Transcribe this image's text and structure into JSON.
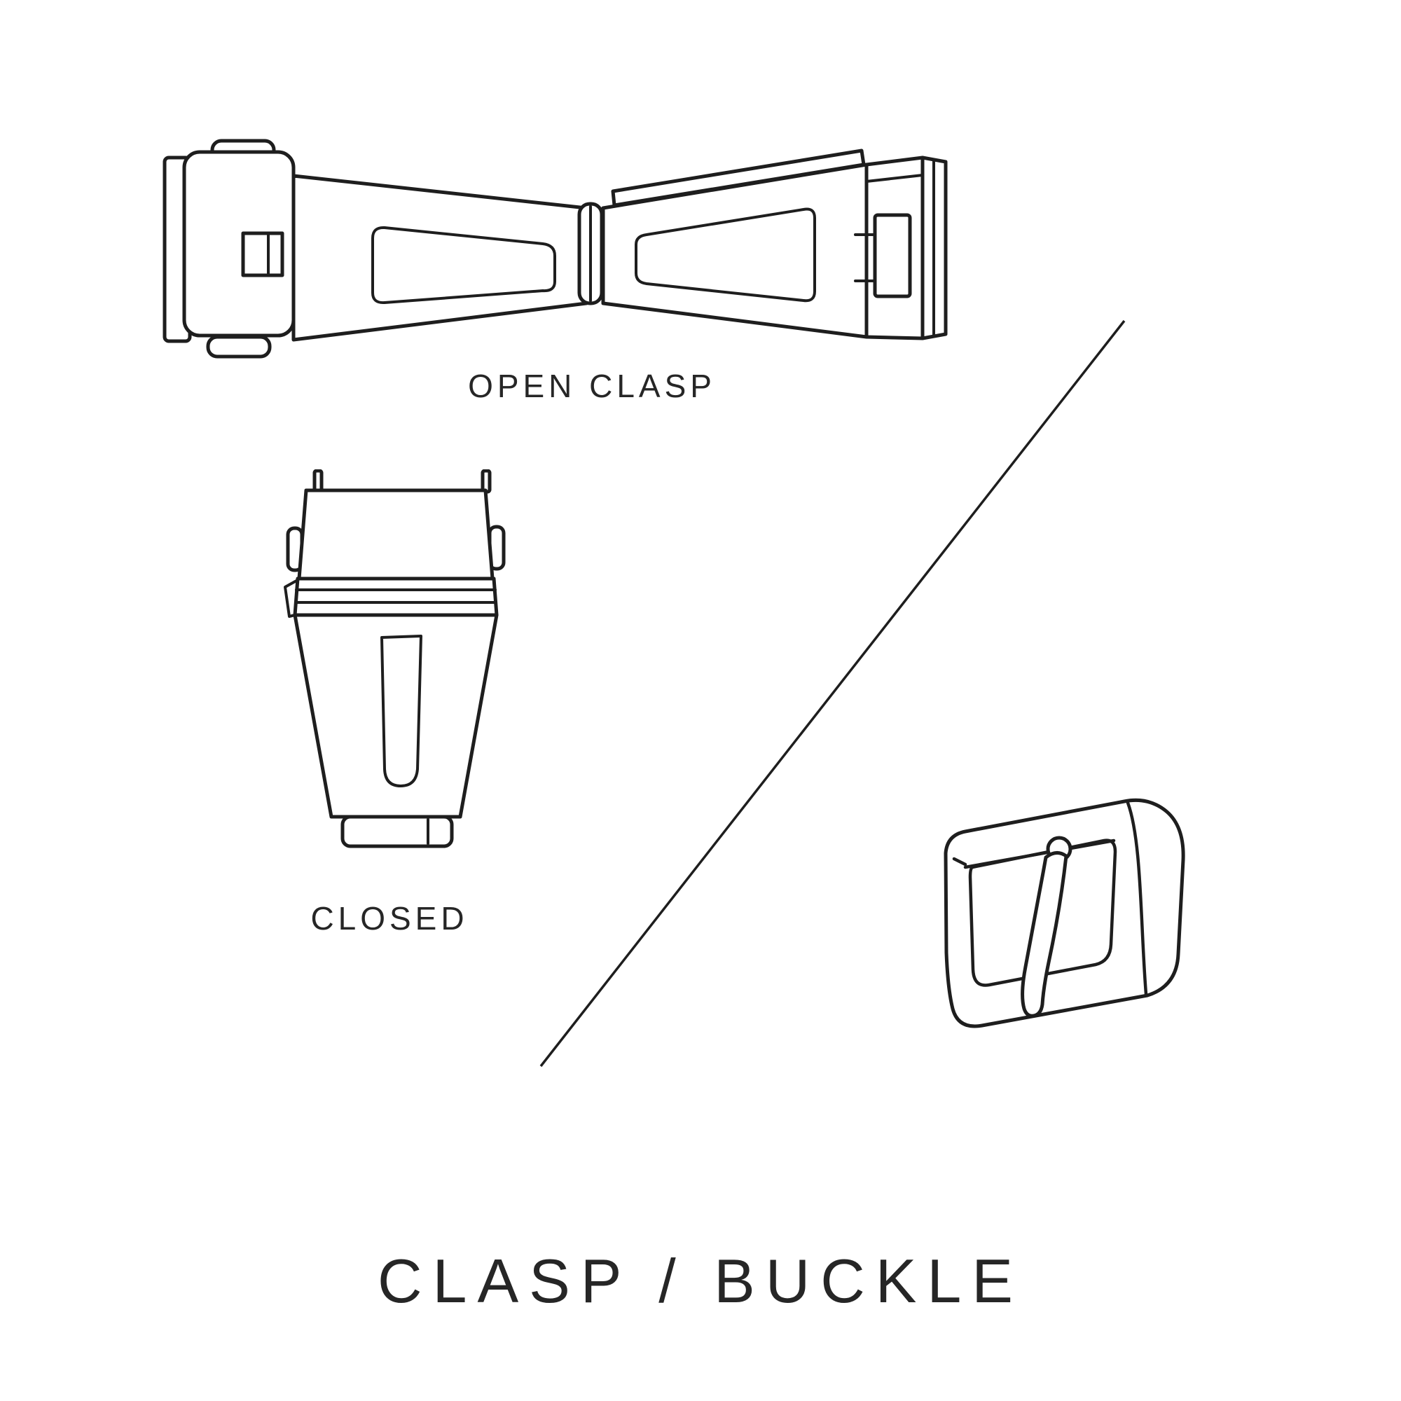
{
  "page": {
    "title": "CLASP / BUCKLE"
  },
  "figures": {
    "open_clasp": {
      "label": "OPEN CLASP"
    },
    "closed_clasp": {
      "label": "CLOSED"
    },
    "buckle": {}
  },
  "colors": {
    "background": "#ffffff",
    "line": "#1e1e1e",
    "text": "#262626"
  }
}
